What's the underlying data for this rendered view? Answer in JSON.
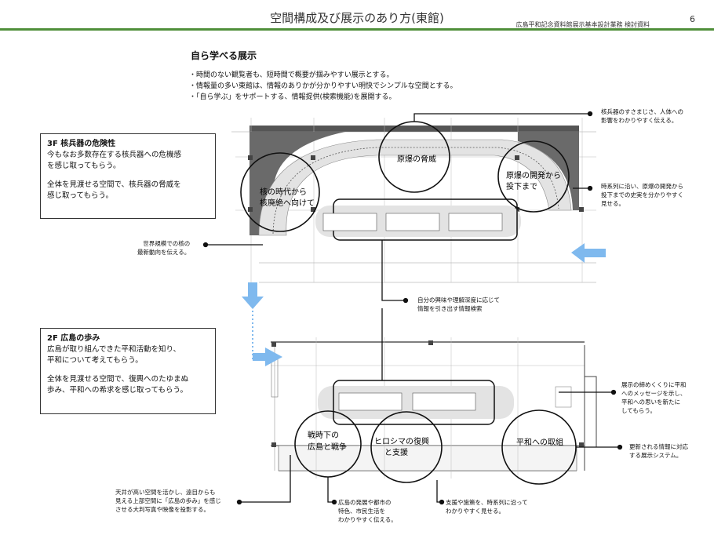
{
  "header": {
    "title": "空間構成及び展示のあり方(東館)",
    "subtitle": "広島平和記念資料館展示基本設計業務 検討資料",
    "page_number": "6"
  },
  "section": {
    "title": "自ら学べる展示",
    "bullets": [
      "・時間のない観覧者も、短時間で概要が掴みやすい展示とする。",
      "・情報量の多い東館は、情報のありかが分かりやすい明快でシンプルな空間とする。",
      "・「自ら学ぶ」をサポートする、情報提供(検索機能)を展開する。"
    ]
  },
  "floor3": {
    "title": "3F 核兵器の危険性",
    "lines": [
      "今もなお多数存在する核兵器への危機感",
      "を感じ取ってもらう。",
      "",
      "全体を見渡せる空間で、核兵器の脅威を",
      "感じ取ってもらう。"
    ],
    "zones": {
      "zone1_line1": "核の時代から",
      "zone1_line2": "核廃絶へ向けて",
      "zone2": "原爆の脅威",
      "zone3_line1": "原爆の開発から",
      "zone3_line2": "投下まで"
    }
  },
  "floor2": {
    "title": "2F 広島の歩み",
    "lines": [
      "広島が取り組んできた平和活動を知り、",
      "平和について考えてもらう。",
      "",
      "全体を見渡せる空間で、復興へのたゆまぬ",
      "歩み、平和への希求を感じ取ってもらう。"
    ],
    "zones": {
      "zone1_line1": "戦時下の",
      "zone1_line2": "広島と戦争",
      "zone2_line1": "ヒロシマの復興",
      "zone2_line2": "と支援",
      "zone3": "平和への取組"
    }
  },
  "notes": {
    "n1": [
      "核兵器のすさまじさ、人体への",
      "影響をわかりやすく伝える。"
    ],
    "n2": [
      "時系列に沿い、原爆の開発から",
      "投下までの史実を分かりやすく",
      "見せる。"
    ],
    "n3": [
      "世界規模での核の",
      "最新動向を伝える。"
    ],
    "n4": [
      "自分の興味や理解深度に応じて",
      "情報を引き出す情報検索"
    ],
    "n5": [
      "展示の締めくくりに平和",
      "へのメッセージを示し、",
      "平和への思いを新たに",
      "してもらう。"
    ],
    "n6": [
      "更新される情報に対応",
      "する展示システム。"
    ],
    "n7": [
      "天井が高い空間を活かし、遠目からも",
      "見える上部空間に「広島の歩み」を感じ",
      "させる大判写真や映像を投影する。"
    ],
    "n8": [
      "広島の発展や都市の",
      "特色、市民生活を",
      "わかりやすく伝える。"
    ],
    "n9": [
      "支援や施策を、時系列に沿って",
      "わかりやすく見せる。"
    ]
  },
  "colors": {
    "accent_green": "#4f8f3a",
    "arrow_blue": "#7fb9ee",
    "wall_gray": "#6a6a6a"
  }
}
